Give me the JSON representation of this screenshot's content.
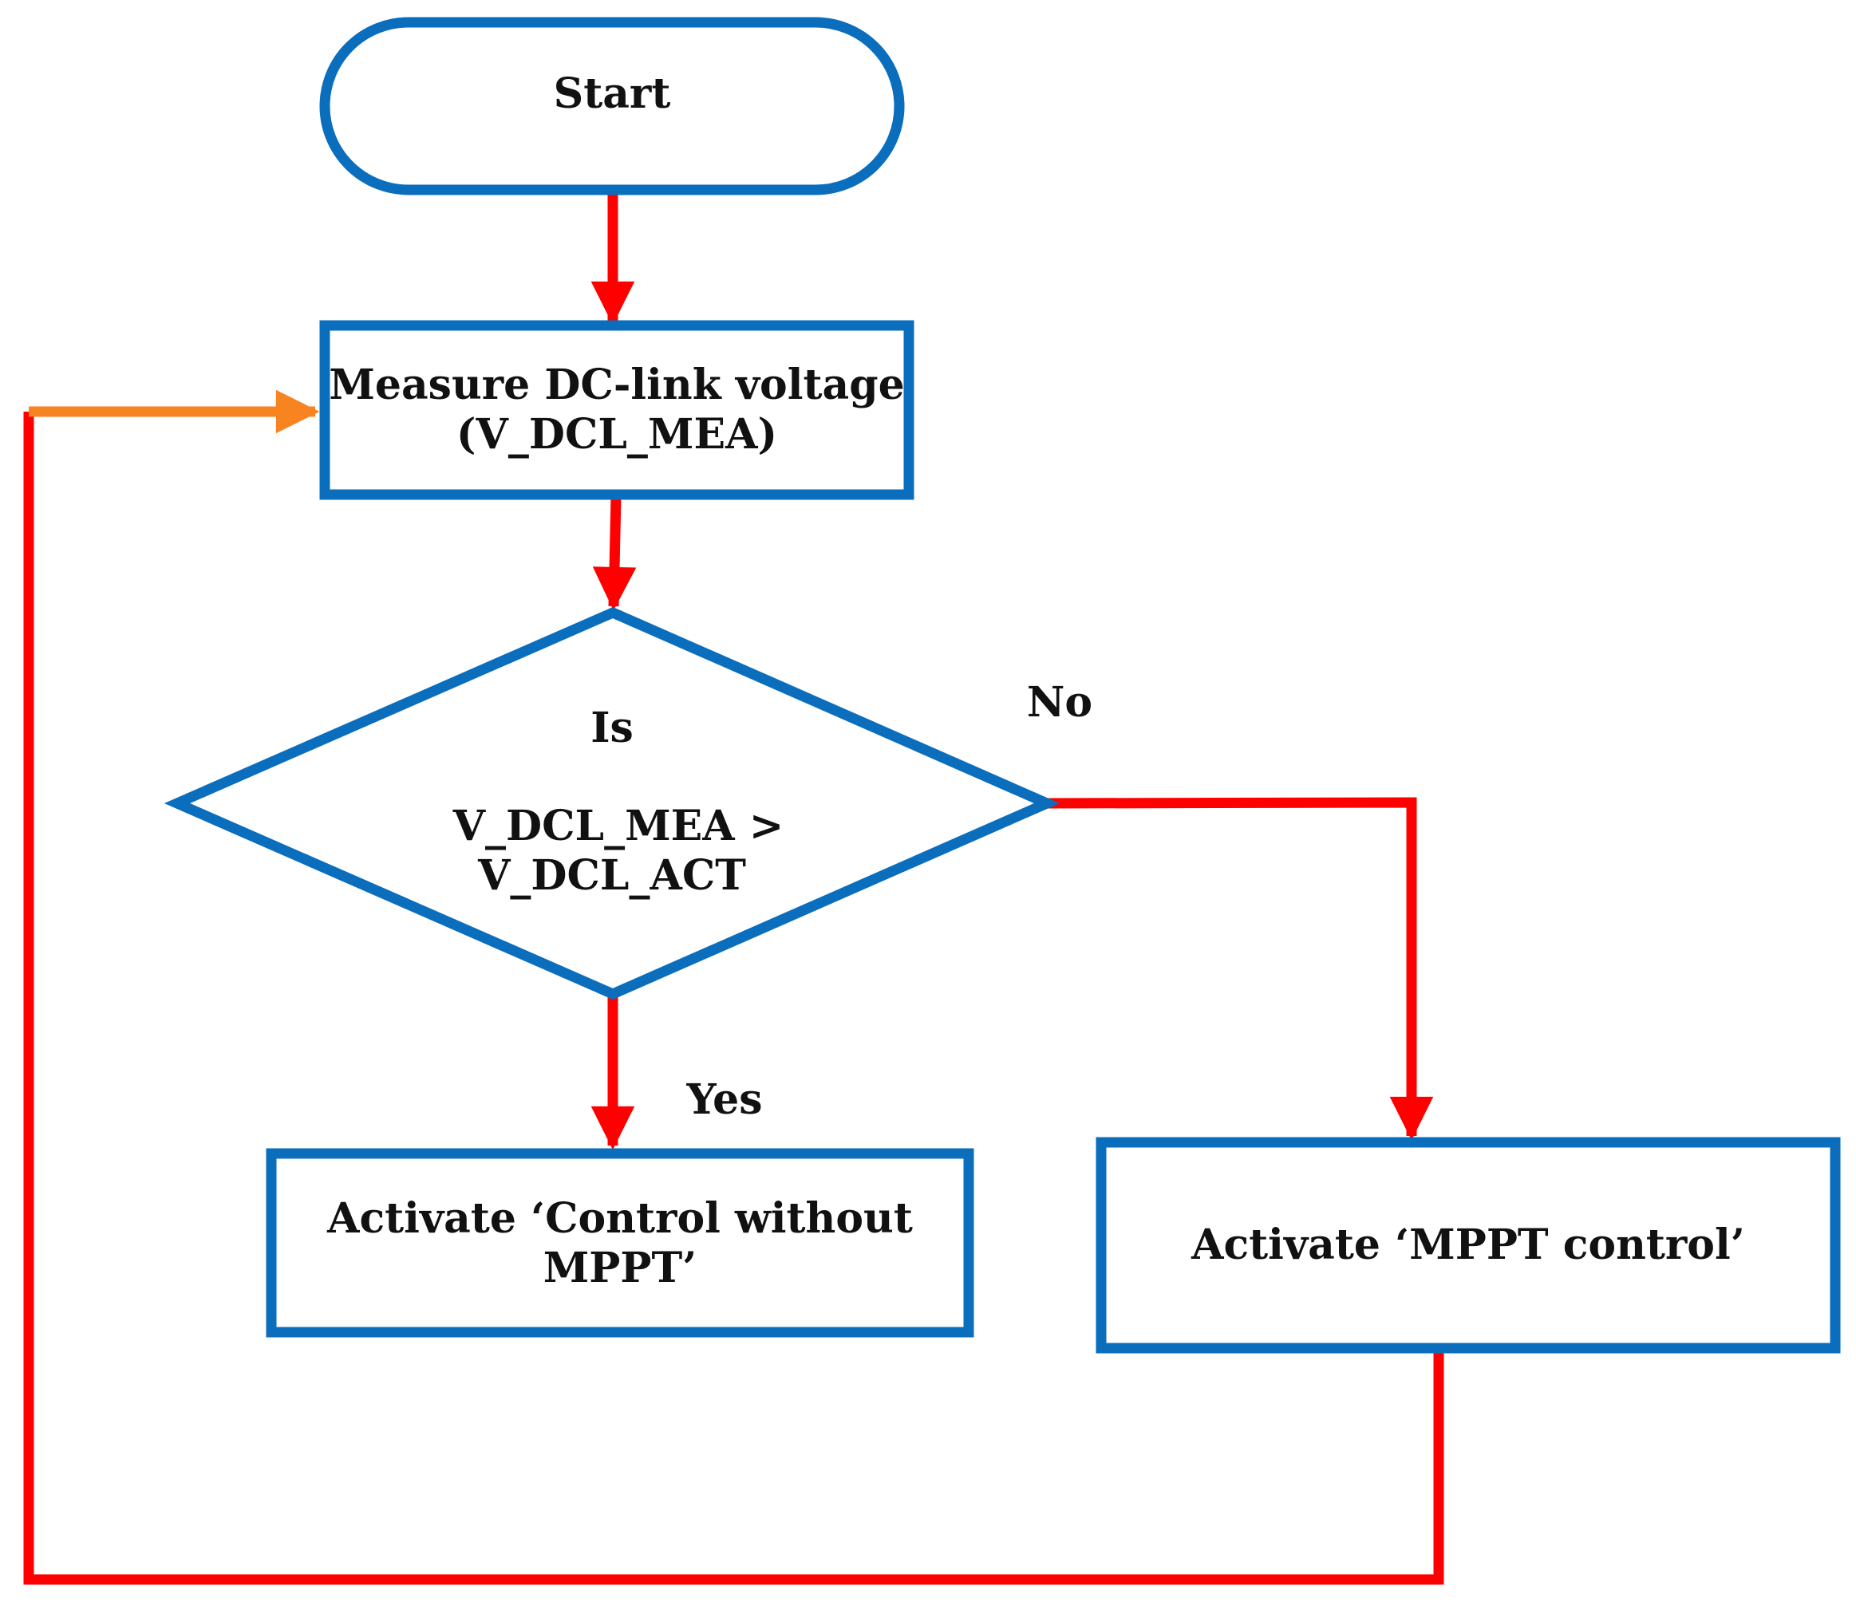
{
  "colors": {
    "node_border": "#0a6ebd",
    "arrow_main": "#ff0000",
    "arrow_return": "#f78321",
    "text": "#111111",
    "background": "#ffffff"
  },
  "nodes": {
    "start": {
      "label": "Start"
    },
    "measure": {
      "line1": "Measure DC-link voltage",
      "line2": "(V_DCL_MEA)"
    },
    "decision": {
      "line1": "Is",
      "line2": "V_DCL_MEA  >",
      "line3": "V_DCL_ACT"
    },
    "without_mppt": {
      "line1": "Activate ‘Control without",
      "line2": "MPPT’"
    },
    "mppt": {
      "label": "Activate ‘MPPT control’"
    }
  },
  "edge_labels": {
    "no": "No",
    "yes": "Yes"
  }
}
